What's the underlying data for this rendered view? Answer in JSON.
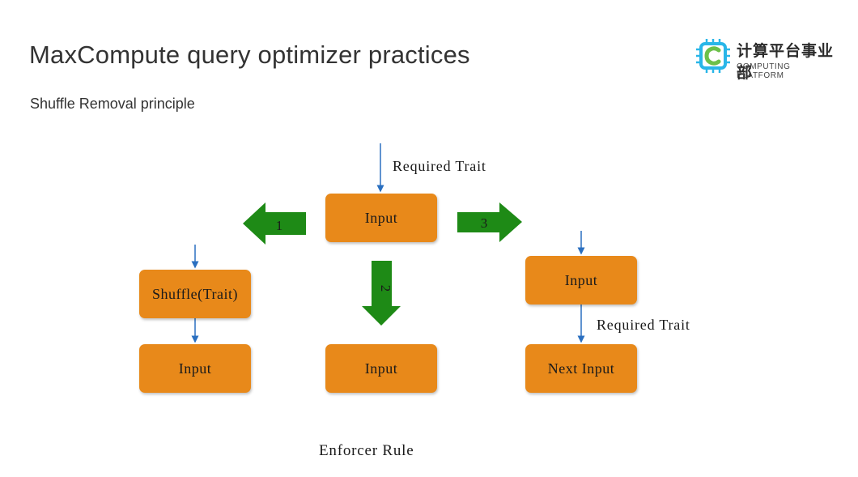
{
  "slide": {
    "title": "MaxCompute query optimizer practices",
    "subtitle": "Shuffle Removal principle",
    "caption": "Enforcer Rule"
  },
  "logo": {
    "icon": "c-chip-icon",
    "name_cn": "计算平台事业部",
    "name_en": "COMPUTING PLATFORM",
    "colors": {
      "cyan": "#29b6e8",
      "green": "#6cc04a"
    }
  },
  "diagram": {
    "top_label": "Required Trait",
    "right_label": "Required Trait",
    "center_input": "Input",
    "arrows": [
      {
        "number": "1",
        "direction": "left"
      },
      {
        "number": "2",
        "direction": "down"
      },
      {
        "number": "3",
        "direction": "right"
      }
    ],
    "left_branch": {
      "shuffle": "Shuffle(Trait)",
      "input": "Input"
    },
    "middle_branch": {
      "input": "Input"
    },
    "right_branch": {
      "input": "Input",
      "next_input": "Next Input"
    },
    "colors": {
      "box": "#e8891a",
      "arrow": "#1e8a16",
      "connector": "#2a6fc0"
    }
  }
}
